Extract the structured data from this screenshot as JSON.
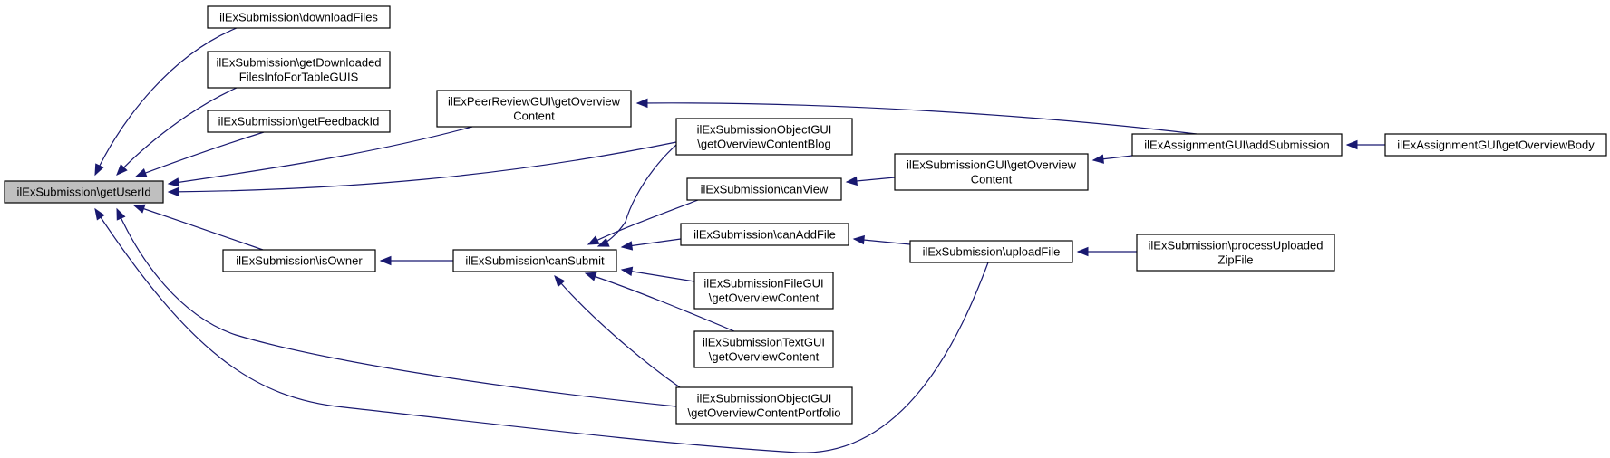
{
  "diagram": {
    "nodes": [
      {
        "id": "getUserId",
        "lines": [
          "ilExSubmission\\getUserId"
        ],
        "root": true
      },
      {
        "id": "downloadFiles",
        "lines": [
          "ilExSubmission\\downloadFiles"
        ]
      },
      {
        "id": "getDownloaded",
        "lines": [
          "ilExSubmission\\getDownloaded",
          "FilesInfoForTableGUIS"
        ]
      },
      {
        "id": "getFeedbackId",
        "lines": [
          "ilExSubmission\\getFeedbackId"
        ]
      },
      {
        "id": "peerReview",
        "lines": [
          "ilExPeerReviewGUI\\getOverview",
          "Content"
        ]
      },
      {
        "id": "isOwner",
        "lines": [
          "ilExSubmission\\isOwner"
        ]
      },
      {
        "id": "canSubmit",
        "lines": [
          "ilExSubmission\\canSubmit"
        ]
      },
      {
        "id": "objBlog",
        "lines": [
          "ilExSubmissionObjectGUI",
          "\\getOverviewContentBlog"
        ]
      },
      {
        "id": "canView",
        "lines": [
          "ilExSubmission\\canView"
        ]
      },
      {
        "id": "canAddFile",
        "lines": [
          "ilExSubmission\\canAddFile"
        ]
      },
      {
        "id": "fileGUI",
        "lines": [
          "ilExSubmissionFileGUI",
          "\\getOverviewContent"
        ]
      },
      {
        "id": "textGUI",
        "lines": [
          "ilExSubmissionTextGUI",
          "\\getOverviewContent"
        ]
      },
      {
        "id": "objPortfolio",
        "lines": [
          "ilExSubmissionObjectGUI",
          "\\getOverviewContentPortfolio"
        ]
      },
      {
        "id": "subGUI",
        "lines": [
          "ilExSubmissionGUI\\getOverview",
          "Content"
        ]
      },
      {
        "id": "uploadFile",
        "lines": [
          "ilExSubmission\\uploadFile"
        ]
      },
      {
        "id": "addSubmission",
        "lines": [
          "ilExAssignmentGUI\\addSubmission"
        ]
      },
      {
        "id": "processZip",
        "lines": [
          "ilExSubmission\\processUploaded",
          "ZipFile"
        ]
      },
      {
        "id": "overviewBody",
        "lines": [
          "ilExAssignmentGUI\\getOverviewBody"
        ]
      }
    ],
    "edges": [
      {
        "from": "downloadFiles",
        "to": "getUserId"
      },
      {
        "from": "getDownloaded",
        "to": "getUserId"
      },
      {
        "from": "getFeedbackId",
        "to": "getUserId"
      },
      {
        "from": "peerReview",
        "to": "getUserId"
      },
      {
        "from": "objBlog",
        "to": "getUserId"
      },
      {
        "from": "isOwner",
        "to": "getUserId"
      },
      {
        "from": "objPortfolio",
        "to": "getUserId"
      },
      {
        "from": "uploadFile",
        "to": "getUserId"
      },
      {
        "from": "canSubmit",
        "to": "isOwner"
      },
      {
        "from": "objBlog",
        "to": "canSubmit"
      },
      {
        "from": "canView",
        "to": "canSubmit"
      },
      {
        "from": "canAddFile",
        "to": "canSubmit"
      },
      {
        "from": "fileGUI",
        "to": "canSubmit"
      },
      {
        "from": "textGUI",
        "to": "canSubmit"
      },
      {
        "from": "objPortfolio",
        "to": "canSubmit"
      },
      {
        "from": "subGUI",
        "to": "canView"
      },
      {
        "from": "uploadFile",
        "to": "canAddFile"
      },
      {
        "from": "addSubmission",
        "to": "peerReview"
      },
      {
        "from": "addSubmission",
        "to": "subGUI"
      },
      {
        "from": "processZip",
        "to": "uploadFile"
      },
      {
        "from": "overviewBody",
        "to": "addSubmission"
      }
    ]
  }
}
